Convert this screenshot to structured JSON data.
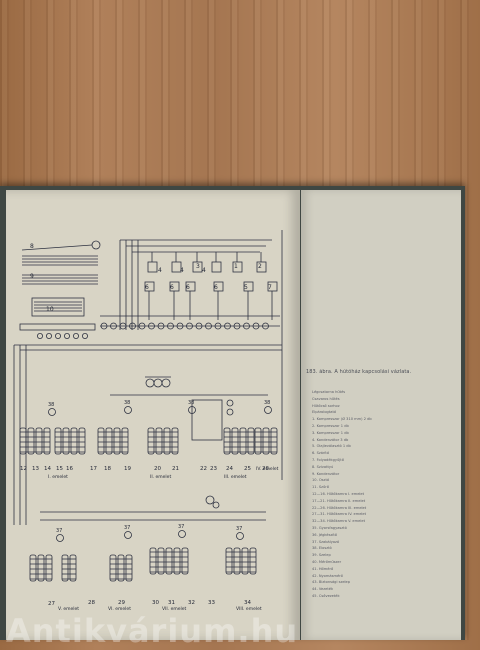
{
  "caption": "183. ábra. A hűtőház kapcsolási vázlata.",
  "watermark": "Antikvárium.hu",
  "figure_labels": {
    "top": [
      "8",
      "9",
      "10",
      "4",
      "4",
      "4",
      "6",
      "6",
      "6",
      "6",
      "5",
      "7",
      "1",
      "2",
      "3"
    ],
    "bottom_numbers": [
      "12",
      "13",
      "14",
      "15",
      "16",
      "17",
      "18",
      "19",
      "20",
      "21",
      "22",
      "23",
      "24",
      "25",
      "26",
      "27",
      "28",
      "29",
      "30",
      "31",
      "32",
      "33",
      "34"
    ],
    "room_labels": [
      "I. emelet",
      "II. emelet",
      "III. emelet",
      "IV. emelet",
      "V. emelet",
      "VI. emelet",
      "VII. emelet",
      "VIII. emelet"
    ],
    "node_labels": [
      "38",
      "38",
      "38",
      "38",
      "37",
      "37",
      "37",
      "37"
    ]
  },
  "legend": [
    "Légcsatorna hűtés",
    "Csavaros hűtés",
    "Hűtőcső sorhoz",
    "Elpárologtató",
    "1. Kompresszor (Ø 310 mm) 2 db",
    "2. Kompresszor 1 db",
    "3. Kompresszor 1 db",
    "4. Kondenzátor 3 db",
    "5. Olajleválasztó 1 db",
    "6. Szárító",
    "7. Folyadékgyűjtő",
    "8. Szivattyú",
    "9. Kondenzátor",
    "10. Osztó",
    "11. Szűrő",
    "12—16. Hűtőkamra I. emelet",
    "17—21. Hűtőkamra II. emelet",
    "22—26. Hűtőkamra III. emelet",
    "27—31. Hűtőkamra IV. emelet",
    "32—34. Hűtőkamra V. emelet",
    "35. Gyorsfagyasztó",
    "36. Jégkészítő",
    "37. Szabályozó",
    "38. Elosztó",
    "39. Szelep",
    "40. Mérőműszer",
    "41. Hőmérő",
    "42. Nyomásmérő",
    "43. Biztonsági szelep",
    "44. Vezeték",
    "45. Csővezeték"
  ]
}
